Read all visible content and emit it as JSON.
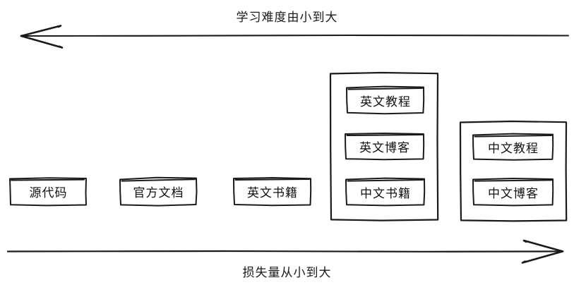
{
  "diagram": {
    "type": "hand-drawn-spectrum",
    "background_color": "#ffffff",
    "stroke_color": "#1a1a1a",
    "axes": {
      "top": {
        "label": "学习难度由小到大",
        "direction": "left",
        "arrow_icon": "arrow-left-icon"
      },
      "bottom": {
        "label": "损失量从小到大",
        "direction": "right",
        "arrow_icon": "arrow-right-icon"
      }
    },
    "nodes": [
      {
        "id": "source-code",
        "label": "源代码"
      },
      {
        "id": "official-docs",
        "label": "官方文档"
      },
      {
        "id": "english-books",
        "label": "英文书籍"
      },
      {
        "id": "english-tutorials",
        "label": "英文教程"
      },
      {
        "id": "english-blogs",
        "label": "英文博客"
      },
      {
        "id": "chinese-books",
        "label": "中文书籍"
      },
      {
        "id": "chinese-tutorials",
        "label": "中文教程"
      },
      {
        "id": "chinese-blogs",
        "label": "中文博客"
      }
    ],
    "groups": [
      {
        "id": "group-english-mid",
        "members": [
          "english-tutorials",
          "english-blogs",
          "chinese-books"
        ]
      },
      {
        "id": "group-chinese",
        "members": [
          "chinese-tutorials",
          "chinese-blogs"
        ]
      }
    ]
  }
}
